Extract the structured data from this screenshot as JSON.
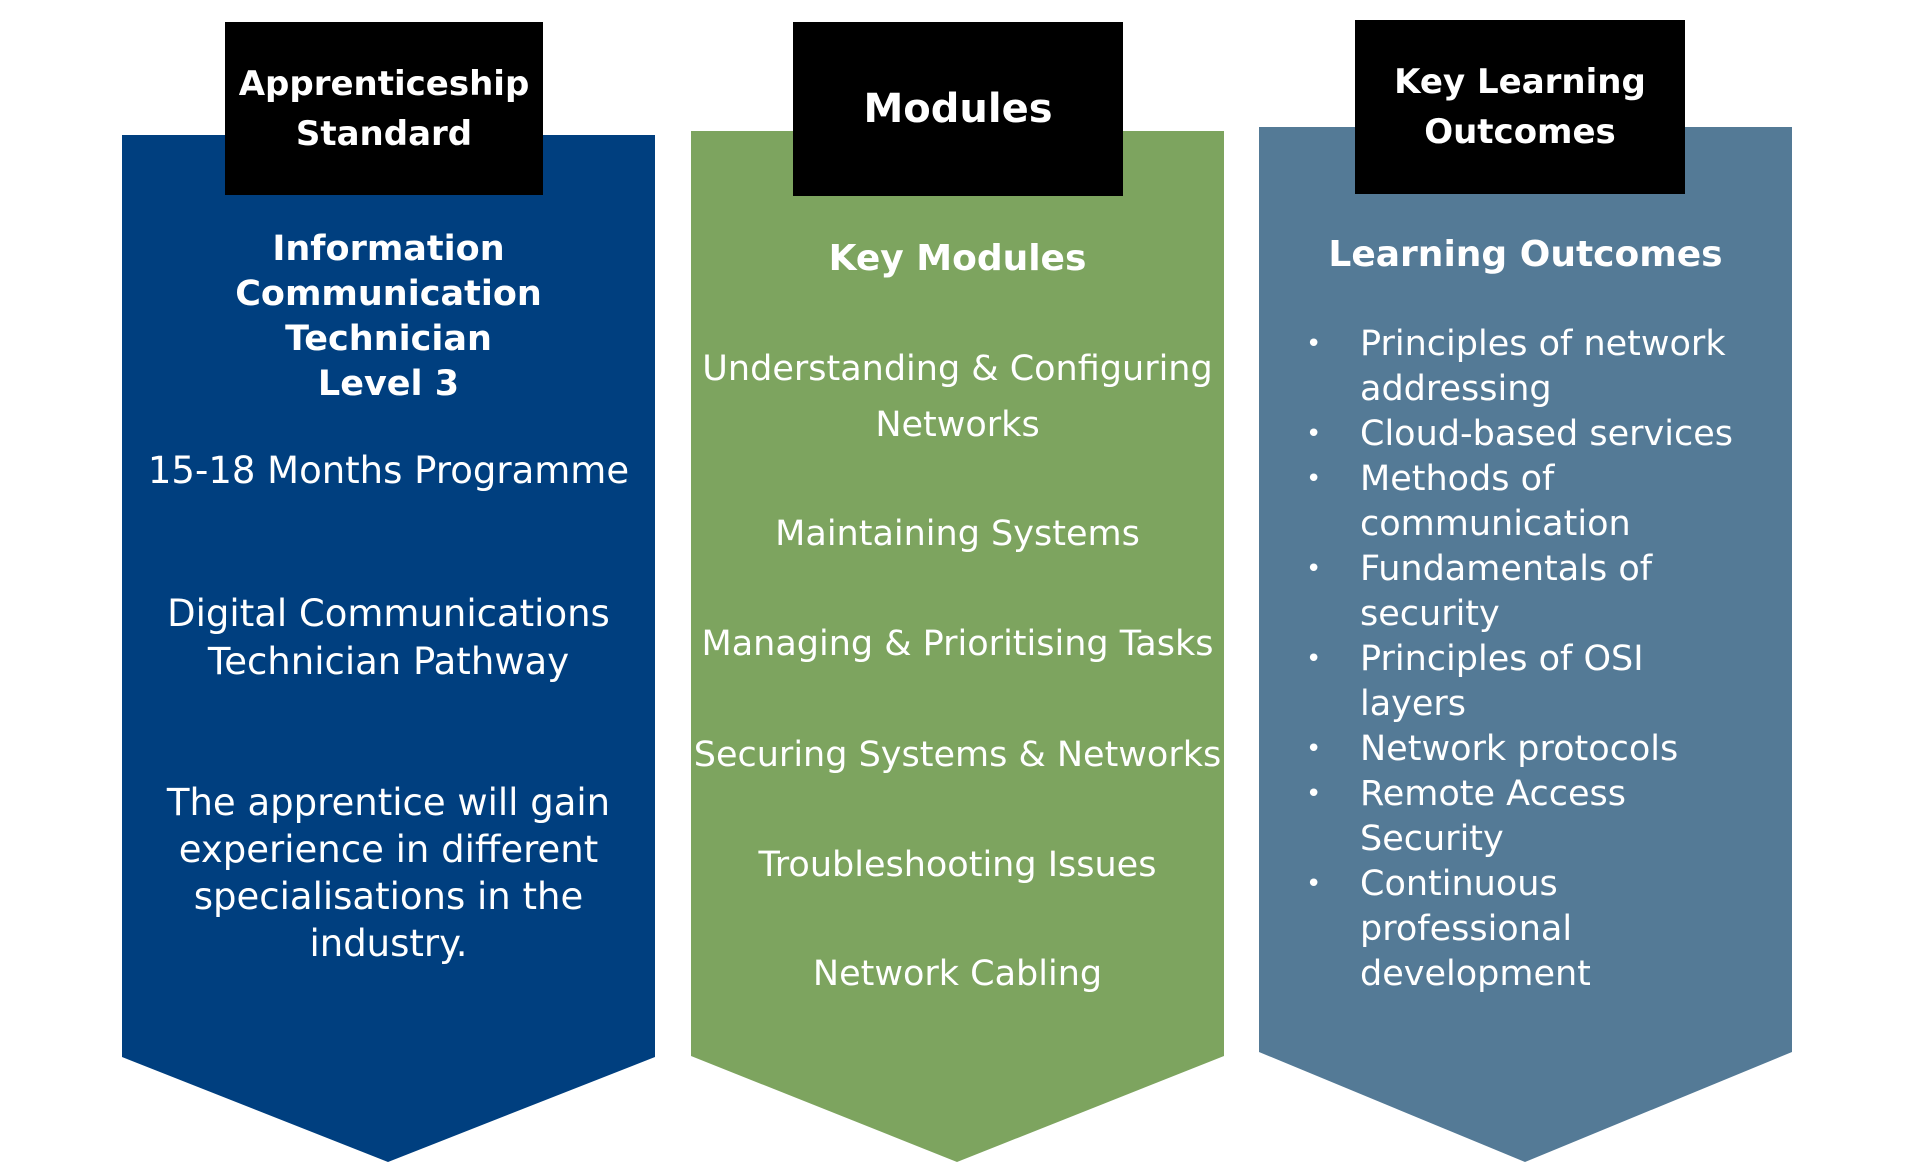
{
  "columns": [
    {
      "header": [
        "Apprenticeship",
        "Standard"
      ],
      "color": "#003f7f",
      "title": [
        "Information",
        "Communication",
        "Technician",
        "Level 3"
      ],
      "duration": "15-18 Months Programme",
      "pathway": [
        "Digital Communications",
        "Technician Pathway"
      ],
      "description": [
        "The apprentice will gain",
        "experience in different",
        "specialisations in the",
        "industry."
      ]
    },
    {
      "header": [
        "Modules"
      ],
      "color": "#7da45f",
      "title": "Key Modules",
      "modules": [
        [
          "Understanding & Configuring",
          "Networks"
        ],
        [
          "Maintaining Systems"
        ],
        [
          "Managing & Prioritising Tasks"
        ],
        [
          "Securing Systems & Networks"
        ],
        [
          "Troubleshooting Issues"
        ],
        [
          "Network Cabling"
        ]
      ]
    },
    {
      "header": [
        "Key Learning",
        "Outcomes"
      ],
      "color": "#547a96",
      "title": "Learning Outcomes",
      "bullet": "•",
      "outcomes": [
        [
          "Principles of network",
          "addressing"
        ],
        [
          "Cloud-based services"
        ],
        [
          "Methods of",
          "communication"
        ],
        [
          "Fundamentals of",
          "security"
        ],
        [
          "Principles of OSI",
          "layers"
        ],
        [
          "Network protocols"
        ],
        [
          "Remote Access",
          "Security"
        ],
        [
          "Continuous",
          "professional",
          "development"
        ]
      ]
    }
  ]
}
